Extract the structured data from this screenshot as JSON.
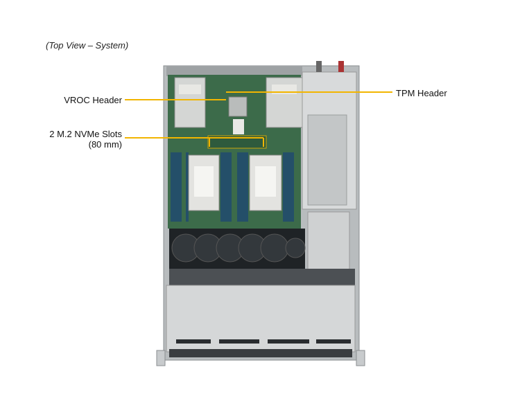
{
  "caption": "(Top View – System)",
  "callouts": {
    "vroc": "VROC Header",
    "tpm": "TPM Header",
    "m2_line1": "2 M.2 NVMe Slots",
    "m2_line2": "(80 mm)"
  },
  "colors": {
    "callout_line": "#f2b500",
    "pcb": "#3c6b4a",
    "chassis": "#c9ccce"
  }
}
